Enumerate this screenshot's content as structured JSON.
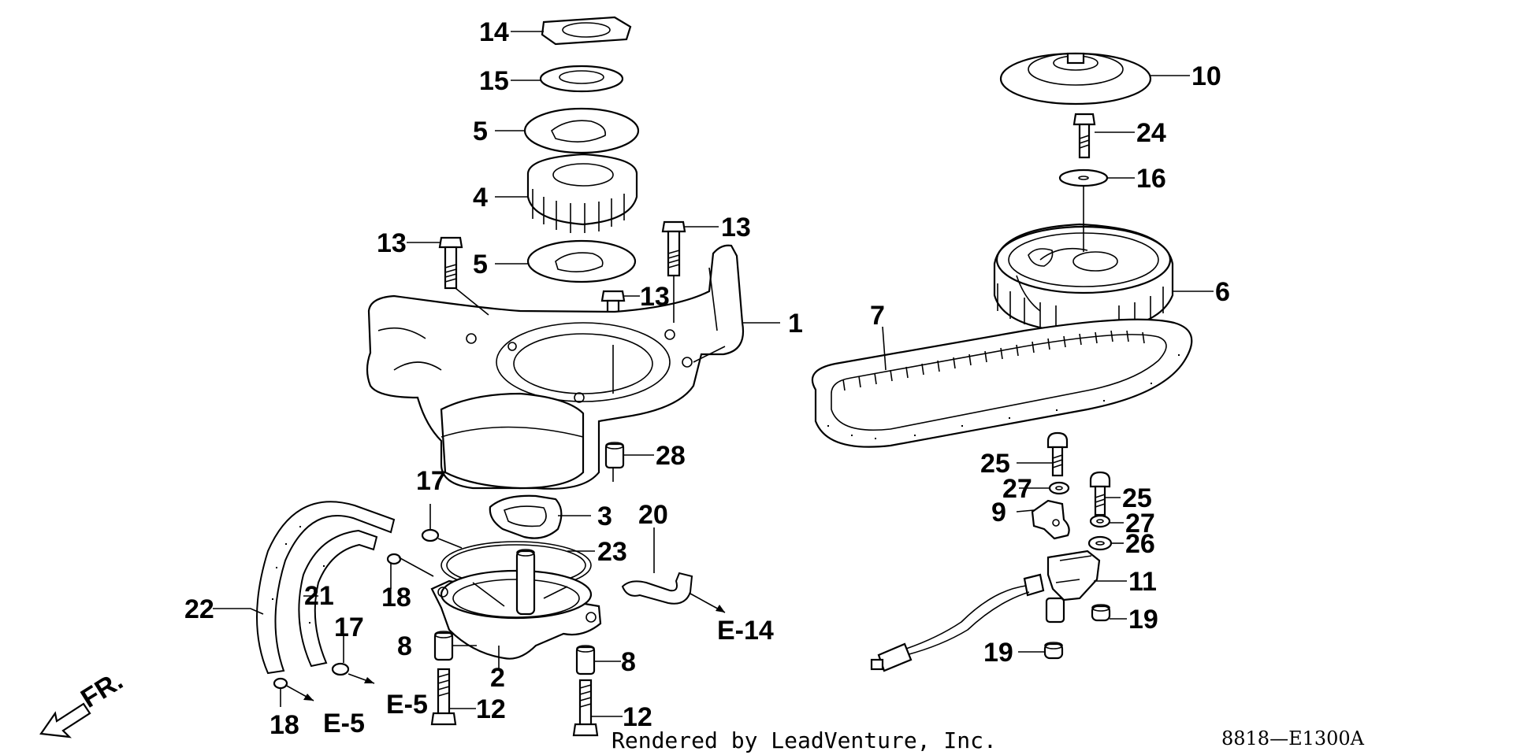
{
  "callouts": {
    "c1": "1",
    "c2": "2",
    "c3": "3",
    "c4": "4",
    "c5a": "5",
    "c5b": "5",
    "c6": "6",
    "c7": "7",
    "c8a": "8",
    "c8b": "8",
    "c9": "9",
    "c10": "10",
    "c11": "11",
    "c12a": "12",
    "c12b": "12",
    "c13a": "13",
    "c13b": "13",
    "c13c": "13",
    "c14": "14",
    "c15": "15",
    "c16": "16",
    "c17a": "17",
    "c17b": "17",
    "c18a": "18",
    "c18b": "18",
    "c19a": "19",
    "c19b": "19",
    "c20": "20",
    "c21": "21",
    "c22": "22",
    "c23": "23",
    "c24": "24",
    "c25a": "25",
    "c25b": "25",
    "c26": "26",
    "c27a": "27",
    "c27b": "27",
    "c28": "28"
  },
  "references": {
    "e14": "E-14",
    "e5a": "E-5",
    "e5b": "E-5"
  },
  "front_marker": "FR.",
  "footer": {
    "credit": "Rendered by LeadVenture, Inc.",
    "diagram_code": "8818—E1300A"
  }
}
